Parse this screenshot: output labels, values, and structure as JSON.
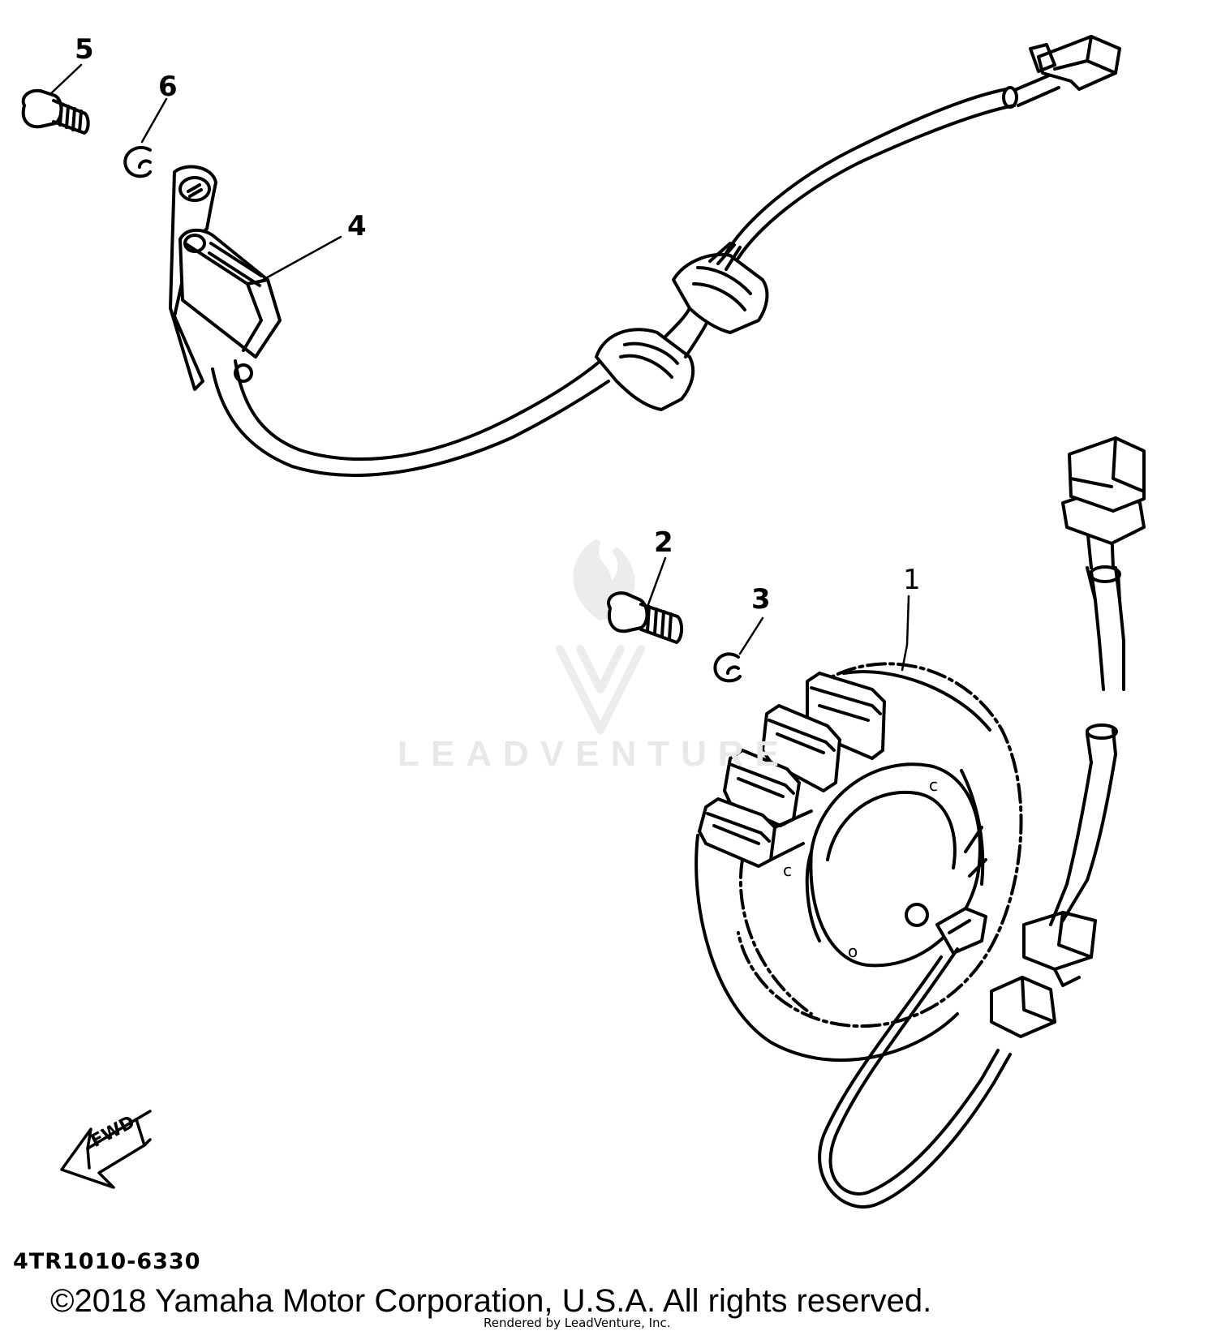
{
  "callouts": [
    {
      "id": "1",
      "label": "1"
    },
    {
      "id": "2",
      "label": "2"
    },
    {
      "id": "3",
      "label": "3"
    },
    {
      "id": "4",
      "label": "4"
    },
    {
      "id": "5",
      "label": "5"
    },
    {
      "id": "6",
      "label": "6"
    }
  ],
  "arrow": {
    "label": "FWD"
  },
  "diagram_code": "4TR1010-6330",
  "watermark": {
    "text": "LEADVENTURE"
  },
  "footer": {
    "copyright": "©2018 Yamaha Motor Corporation, U.S.A. All rights reserved.",
    "rendered_by": "Rendered by LeadVenture, Inc."
  }
}
